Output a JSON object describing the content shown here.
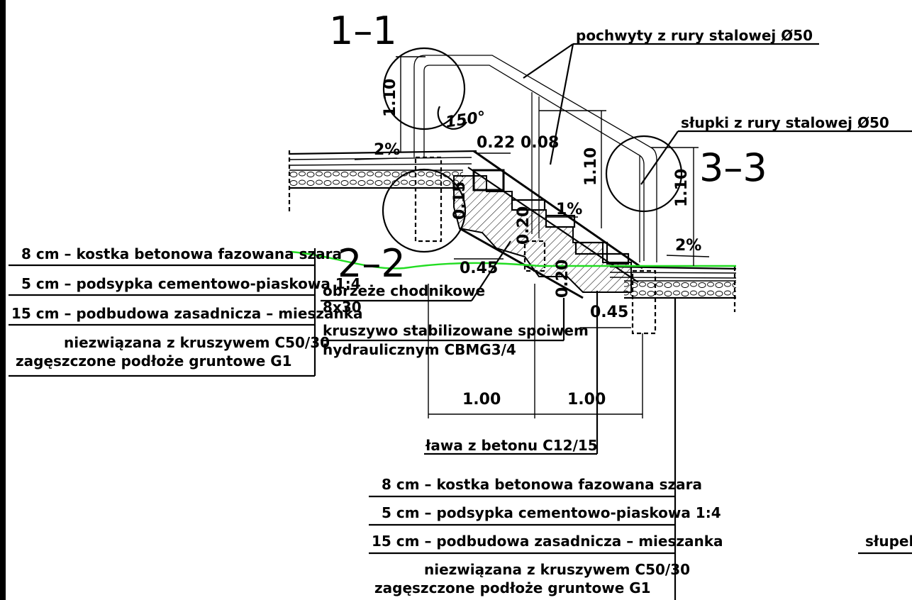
{
  "colors": {
    "ground_line": "#22dd22",
    "ink": "#000000",
    "background": "#ffffff"
  },
  "sections": {
    "s1": "1–1",
    "s2": "2–2",
    "s3": "3–3"
  },
  "callouts": {
    "handrail": "pochwyty z rury stalowej Ø50",
    "posts": "słupki z rury stalowej Ø50",
    "curb_1": "obrzeże chodnikowe",
    "curb_2": "8x30",
    "aggregate_1": "kruszywo stabilizowane spoiwem",
    "aggregate_2": "hydraulicznym CBMG3/4",
    "footing": "ława z betonu C12/15",
    "post_cut": "słupek"
  },
  "dimensions": {
    "angle": "150°",
    "h1": "1.10",
    "h2": "1.10",
    "h3": "1.10",
    "slope_left": "2%",
    "slope_mid": "1%",
    "slope_right": "2%",
    "step_w": "0.22",
    "step_gap": "0.08",
    "w045_a": "0.45",
    "w045_b": "0.45",
    "d020_a": "0.20",
    "d020_b": "0.20",
    "d015": "0.15",
    "span_a": "1.00",
    "span_b": "1.00"
  },
  "legend_left": {
    "rows": [
      "8 cm – kostka betonowa fazowana szara",
      "5 cm – podsypka cementowo-piaskowa 1:4",
      "15 cm – podbudowa zasadnicza – mieszanka",
      "niezwiązana z kruszywem C50/30",
      "zagęszczone podłoże gruntowe G1"
    ]
  },
  "legend_bottom": {
    "rows": [
      "8 cm – kostka betonowa fazowana szara",
      "5 cm – podsypka cementowo-piaskowa 1:4",
      "15 cm – podbudowa zasadnicza – mieszanka",
      "niezwiązana z kruszywem C50/30",
      "zagęszczone podłoże gruntowe G1"
    ]
  }
}
